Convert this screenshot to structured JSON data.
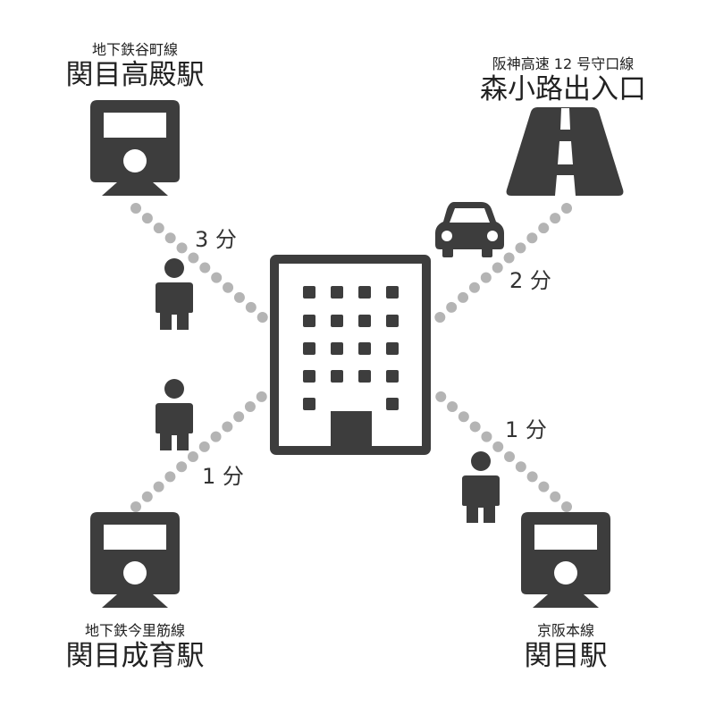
{
  "colors": {
    "icon": "#3d3d3d",
    "dots": "#b4b4b4",
    "text": "#222222"
  },
  "center": {
    "icon": "office-building-icon"
  },
  "destinations": [
    {
      "id": "tl",
      "line": "地下鉄谷町線",
      "name": "関目高殿駅",
      "icon": "train-icon"
    },
    {
      "id": "tr",
      "line": "阪神高速 12 号守口線",
      "name": "森小路出入口",
      "icon": "highway-icon"
    },
    {
      "id": "bl",
      "line": "地下鉄今里筋線",
      "name": "関目成育駅",
      "icon": "train-icon"
    },
    {
      "id": "br",
      "line": "京阪本線",
      "name": "関目駅",
      "icon": "train-icon"
    }
  ],
  "routes": [
    {
      "to": "tl",
      "mode": "walk",
      "mode_icon": "pedestrian-icon",
      "time": "3 分"
    },
    {
      "to": "tr",
      "mode": "car",
      "mode_icon": "car-icon",
      "time": "2 分"
    },
    {
      "to": "bl",
      "mode": "walk",
      "mode_icon": "pedestrian-icon",
      "time": "1 分"
    },
    {
      "to": "br",
      "mode": "walk",
      "mode_icon": "pedestrian-icon",
      "time": "1 分"
    }
  ]
}
